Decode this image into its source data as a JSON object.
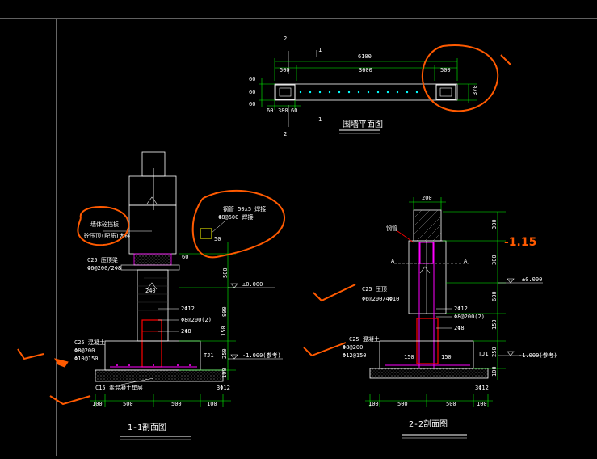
{
  "colors": {
    "background": "#000000",
    "line": "#ffffff",
    "dimension": "#00ff00",
    "rebar": "#ff00ff",
    "annotation": "#ff5a00",
    "leader": "#ffff00",
    "highlight": "#ff0000",
    "hatch": "#ffff00"
  },
  "plan": {
    "title": "围墙平面图",
    "section_mark": "2",
    "axis_mark": "1",
    "dim_total": "6100",
    "dim_left": "500",
    "dim_right": "500",
    "dim_mid": "3600",
    "left_dims": [
      "60",
      "60",
      "60"
    ],
    "bottom_dims": [
      "60",
      "380",
      "60"
    ],
    "right_dim": "370"
  },
  "section1": {
    "title": "1-1剖面图",
    "note_left_1": "墙体砼挡板",
    "note_left_2": "砼压顶(配筋)大样",
    "note_right_1": "钢管 50x5 焊接",
    "note_right_2": "Φ8@600 焊接",
    "c25_label": "C25 压顶梁",
    "c25_rebar": "Φ6@200/2Φ8",
    "dim_240": "240",
    "dim_v_500": "500",
    "dim_v_900": "900",
    "dim_v_150": "150",
    "dim_v_250": "250",
    "dim_v_100": "100",
    "dim_v_60": "60",
    "dim_v_50": "50",
    "level_zero": "±0.000",
    "level_foot": "-1.000(参考)",
    "rebar_1": "2Φ12",
    "rebar_2": "Φ8@200(2)",
    "rebar_3": "2Φ8",
    "footing_label": "C25 混凝土",
    "footing_rebar_1": "Φ8@200",
    "footing_rebar_2": "Φ10@150",
    "tj_label": "TJ1",
    "cushion_label": "C15 素混凝土垫层",
    "dim_h_100": "100",
    "dim_h_500": "500",
    "dim_3phi12": "3Φ12"
  },
  "section2": {
    "title": "2-2剖面图",
    "dim_top": "200",
    "note_top": "钢管",
    "cut_a": "A",
    "c25_label": "C25 压顶",
    "c25_rebar": "Φ6@200/4Φ10",
    "rebar_1": "2Φ12",
    "rebar_2": "Φ8@200(2)",
    "rebar_3": "2Φ8",
    "footing_label": "C25 混凝土",
    "footing_rebar_1": "Φ8@200",
    "footing_rebar_2": "Φ12@150",
    "dim_150_l": "150",
    "dim_150_r": "150",
    "tj_label": "TJ1",
    "level_zero": "±0.000",
    "level_foot": "-1.000(参考)",
    "dim_v_300": "300",
    "dim_v_300b": "300",
    "dim_v_600": "600",
    "dim_v_150": "150",
    "dim_v_250": "250",
    "dim_v_100": "100",
    "dim_h_100": "100",
    "dim_h_500": "500",
    "dim_3phi12": "3Φ12",
    "handwritten": "-1.15"
  }
}
